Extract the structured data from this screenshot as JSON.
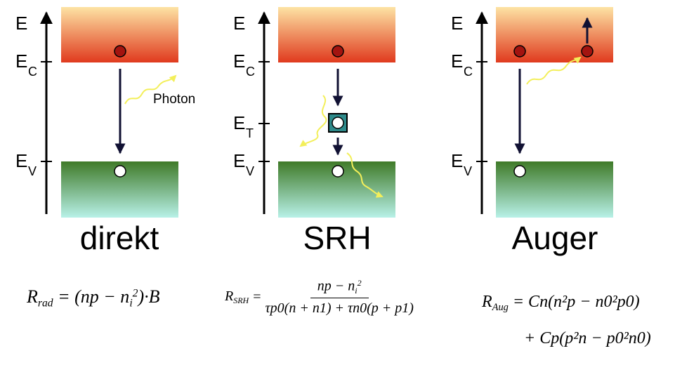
{
  "panels": [
    {
      "title": "direkt",
      "levels": {
        "e": "E",
        "ec": "E",
        "ec_sub": "C",
        "ev": "E",
        "ev_sub": "V"
      },
      "photon_label": "Photon"
    },
    {
      "title": "SRH",
      "levels": {
        "e": "E",
        "ec": "E",
        "ec_sub": "C",
        "et": "E",
        "et_sub": "T",
        "ev": "E",
        "ev_sub": "V"
      }
    },
    {
      "title": "Auger",
      "levels": {
        "e": "E",
        "ec": "E",
        "ec_sub": "C",
        "ev": "E",
        "ev_sub": "V"
      }
    }
  ],
  "formulas": {
    "rad": {
      "lhs": "R",
      "lhs_sub": "rad",
      "body": "= (np − n",
      "body_sub": "i",
      "body_sup": "2",
      "tail": ")·B"
    },
    "srh": {
      "lhs": "R",
      "lhs_sub": "SRH",
      "num": "np − n",
      "num_sub": "i",
      "num_sup": "2",
      "den": "τp0(n + n1) + τn0(p + p1)"
    },
    "aug": {
      "lhs": "R",
      "lhs_sub": "Aug",
      "line1": "= Cn(n²p − n0²p0)",
      "line2": "+ Cp(p²n − p0²n0)"
    }
  },
  "colors": {
    "conduction_top": "#fde3a4",
    "conduction_bottom": "#e03a1e",
    "valence_top": "#3f7a28",
    "valence_bottom": "#b8f1e8",
    "electron": "#a31410",
    "photon": "#f3ef5a",
    "trap": "#2e8a8a",
    "arrow": "#111133"
  }
}
